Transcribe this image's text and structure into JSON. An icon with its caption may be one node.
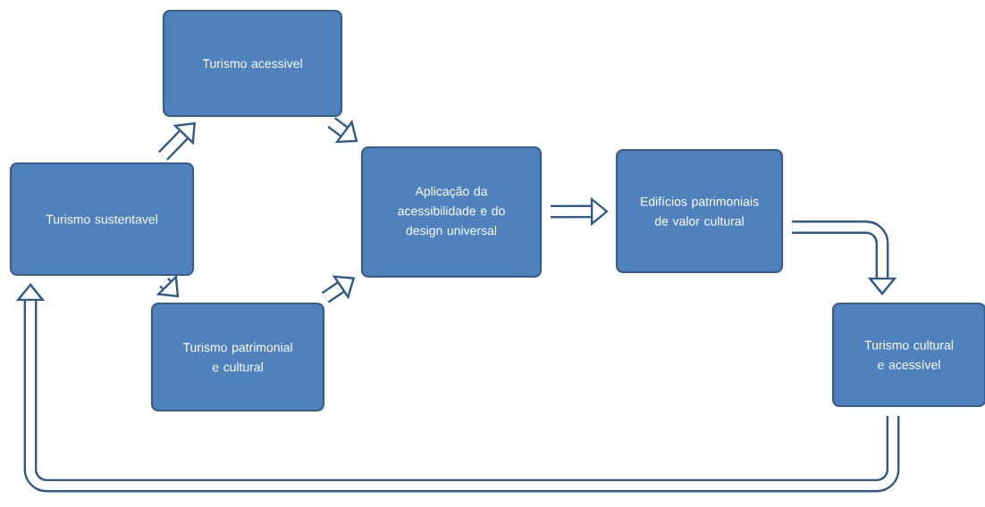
{
  "diagram": {
    "nodes": [
      {
        "text": [
          "Turismo sustentavel"
        ]
      },
      {
        "text": [
          "Turismo acessivel"
        ]
      },
      {
        "text": [
          "Turismo patrimonial e cultural"
        ]
      },
      {
        "text": [
          "Aplicação da acessibilidade e do design universal"
        ]
      },
      {
        "text": [
          "Edifícios patrimoniais de valor cultural"
        ]
      },
      {
        "text": [
          "Turismo cultural e acessível"
        ]
      }
    ],
    "edges": [
      {
        "from": 0,
        "to": 1,
        "arrow": "to"
      },
      {
        "from": 0,
        "to": 2,
        "arrow": "to"
      },
      {
        "from": 1,
        "to": 3,
        "arrow": "to"
      },
      {
        "from": 2,
        "to": 3,
        "arrow": "to"
      },
      {
        "from": 3,
        "to": 4,
        "arrow": "to"
      },
      {
        "from": 4,
        "to": 5,
        "arrow": "to"
      },
      {
        "from": 5,
        "to": 0,
        "arrow": "to"
      }
    ]
  }
}
